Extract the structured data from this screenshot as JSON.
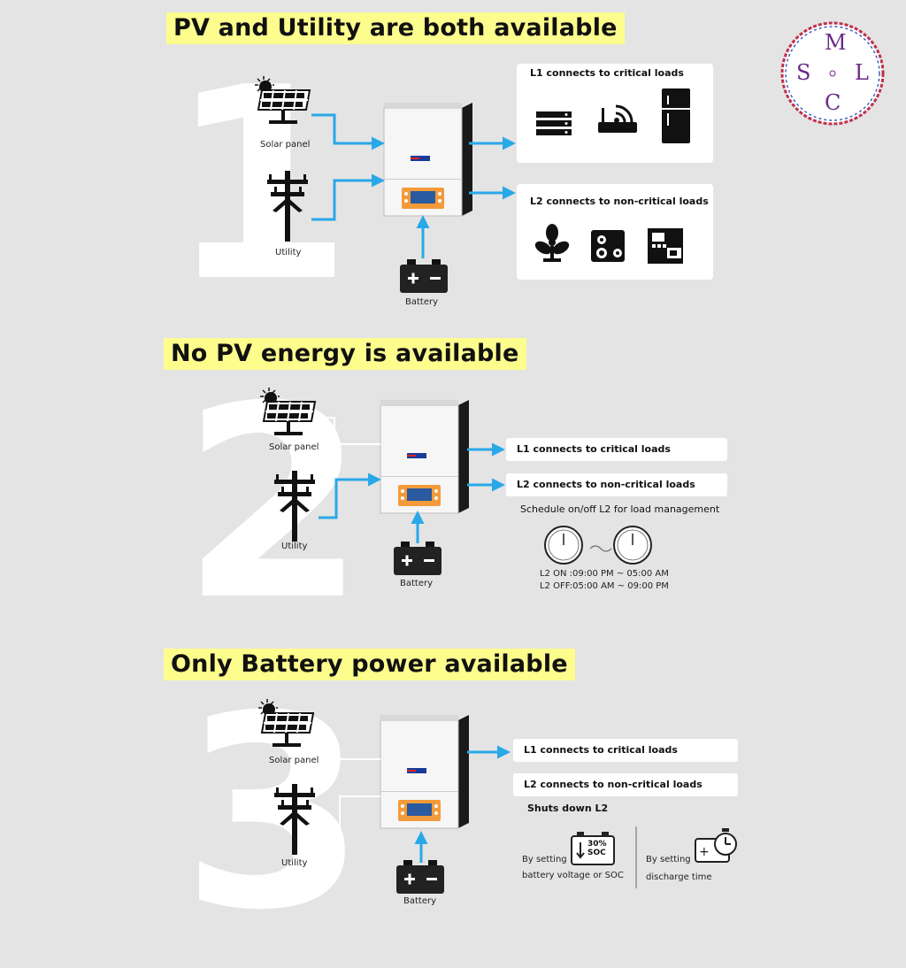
{
  "logo": {
    "letters": [
      "M",
      "S",
      "L",
      "C"
    ]
  },
  "sections": [
    {
      "title": "PV and Utility are both available",
      "number": "1",
      "solar_label": "Solar panel",
      "utility_label": "Utility",
      "battery_label": "Battery",
      "l1": "L1 connects to critical loads",
      "l2": "L2 connects to non-critical loads"
    },
    {
      "title": "No PV energy is available",
      "number": "2",
      "solar_label": "Solar panel",
      "utility_label": "Utility",
      "battery_label": "Battery",
      "l1": "L1 connects to critical loads",
      "l2": "L2 connects to non-critical loads",
      "schedule": "Schedule on/off L2 for load management",
      "l2_on": "L2 ON :09:00 PM ~ 05:00 AM",
      "l2_off": "L2 OFF:05:00 AM ~ 09:00 PM"
    },
    {
      "title": "Only Battery power available",
      "number": "3",
      "solar_label": "Solar panel",
      "utility_label": "Utility",
      "battery_label": "Battery",
      "l1": "L1 connects to critical loads",
      "l2": "L2 connects to non-critical loads",
      "shutdown": "Shuts down L2",
      "opt1_line1": "By setting",
      "opt1_line2": "battery voltage or SOC",
      "soc_badge_1": "30%",
      "soc_badge_2": "SOC",
      "opt2_line1": "By setting",
      "opt2_line2": "discharge time"
    }
  ],
  "colors": {
    "arrow": "#29a8e8",
    "header_bg": "#fdfd8e",
    "background": "#e4e4e4",
    "lcd_orange": "#f39a3a",
    "logo_ring": "#c0304a"
  }
}
